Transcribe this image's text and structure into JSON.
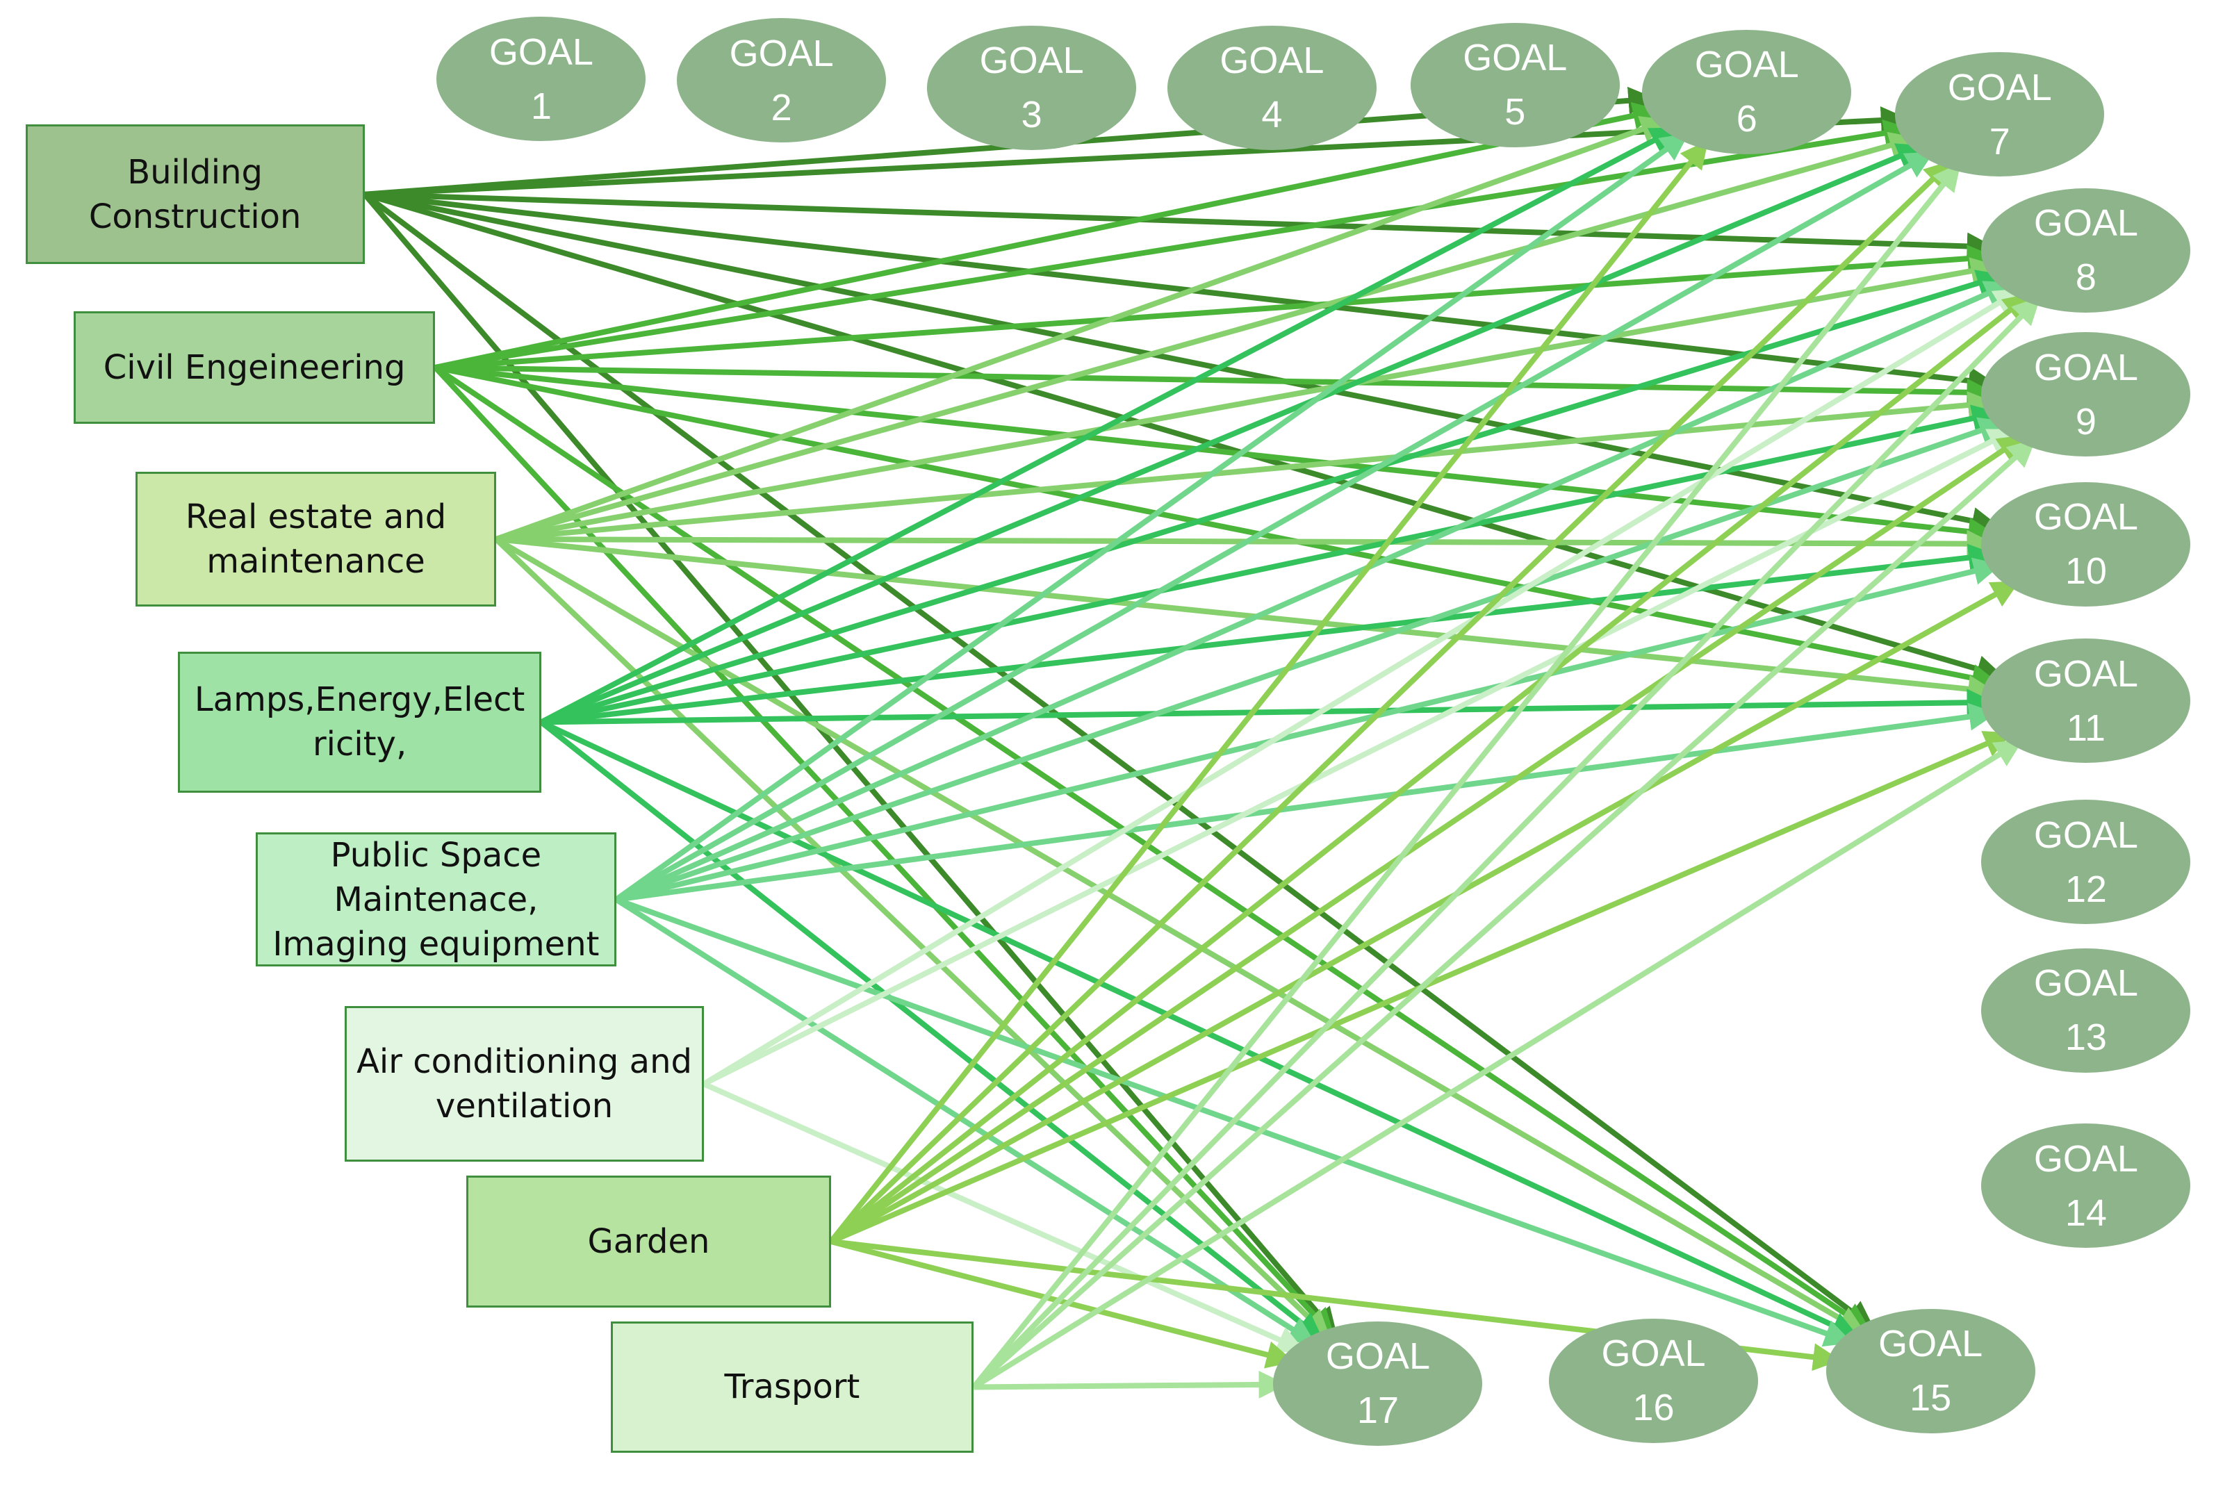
{
  "sectors": [
    {
      "id": "building",
      "lines": [
        "Building",
        "Construction"
      ],
      "fill": "#9dc28e",
      "line_color": "#3d8a2a",
      "targets": [
        "g6",
        "g7",
        "g8",
        "g9",
        "g10",
        "g11",
        "g15",
        "g17"
      ]
    },
    {
      "id": "civil",
      "lines": [
        "Civil Engeineering"
      ],
      "fill": "#a6d49a",
      "line_color": "#4bb53a",
      "targets": [
        "g6",
        "g7",
        "g8",
        "g9",
        "g10",
        "g11",
        "g15",
        "g17"
      ]
    },
    {
      "id": "realestate",
      "lines": [
        "Real estate and",
        "maintenance"
      ],
      "fill": "#cbe8a8",
      "line_color": "#86d06d",
      "targets": [
        "g6",
        "g7",
        "g8",
        "g9",
        "g10",
        "g11",
        "g15",
        "g17"
      ]
    },
    {
      "id": "lamps",
      "lines": [
        "Lamps,Energy,Elect",
        "ricity,"
      ],
      "fill": "#9fe2a6",
      "line_color": "#33c25b",
      "targets": [
        "g6",
        "g7",
        "g8",
        "g9",
        "g10",
        "g11",
        "g15",
        "g17"
      ]
    },
    {
      "id": "publicspace",
      "lines": [
        "Public Space",
        "Maintenace,",
        "Imaging equipment"
      ],
      "fill": "#bdeec4",
      "line_color": "#70d68c",
      "targets": [
        "g6",
        "g7",
        "g8",
        "g9",
        "g10",
        "g11",
        "g15",
        "g17"
      ]
    },
    {
      "id": "aircon",
      "lines": [
        "Air conditioning and",
        "ventilation"
      ],
      "fill": "#e3f6e2",
      "line_color": "#c9efc6",
      "targets": [
        "g8",
        "g9",
        "g17"
      ]
    },
    {
      "id": "garden",
      "lines": [
        "Garden"
      ],
      "fill": "#b6e3a0",
      "line_color": "#8ed054",
      "targets": [
        "g6",
        "g7",
        "g8",
        "g9",
        "g10",
        "g11",
        "g15",
        "g17"
      ]
    },
    {
      "id": "trasport",
      "lines": [
        "Trasport"
      ],
      "fill": "#d8f2cf",
      "line_color": "#a7e39a",
      "targets": [
        "g7",
        "g8",
        "g9",
        "g11",
        "g17"
      ]
    }
  ],
  "goals": [
    {
      "id": "g1",
      "word": "GOAL",
      "num": "1"
    },
    {
      "id": "g2",
      "word": "GOAL",
      "num": "2"
    },
    {
      "id": "g3",
      "word": "GOAL",
      "num": "3"
    },
    {
      "id": "g4",
      "word": "GOAL",
      "num": "4"
    },
    {
      "id": "g5",
      "word": "GOAL",
      "num": "5"
    },
    {
      "id": "g6",
      "word": "GOAL",
      "num": "6"
    },
    {
      "id": "g7",
      "word": "GOAL",
      "num": "7"
    },
    {
      "id": "g8",
      "word": "GOAL",
      "num": "8"
    },
    {
      "id": "g9",
      "word": "GOAL",
      "num": "9"
    },
    {
      "id": "g10",
      "word": "GOAL",
      "num": "10"
    },
    {
      "id": "g11",
      "word": "GOAL",
      "num": "11"
    },
    {
      "id": "g12",
      "word": "GOAL",
      "num": "12"
    },
    {
      "id": "g13",
      "word": "GOAL",
      "num": "13"
    },
    {
      "id": "g14",
      "word": "GOAL",
      "num": "14"
    },
    {
      "id": "g15",
      "word": "GOAL",
      "num": "15"
    },
    {
      "id": "g16",
      "word": "GOAL",
      "num": "16"
    },
    {
      "id": "g17",
      "word": "GOAL",
      "num": "17"
    }
  ],
  "colors": {
    "goal_fill": "#8db48a",
    "goal_text": "#ffffff",
    "box_border": "#3f8f3f"
  }
}
